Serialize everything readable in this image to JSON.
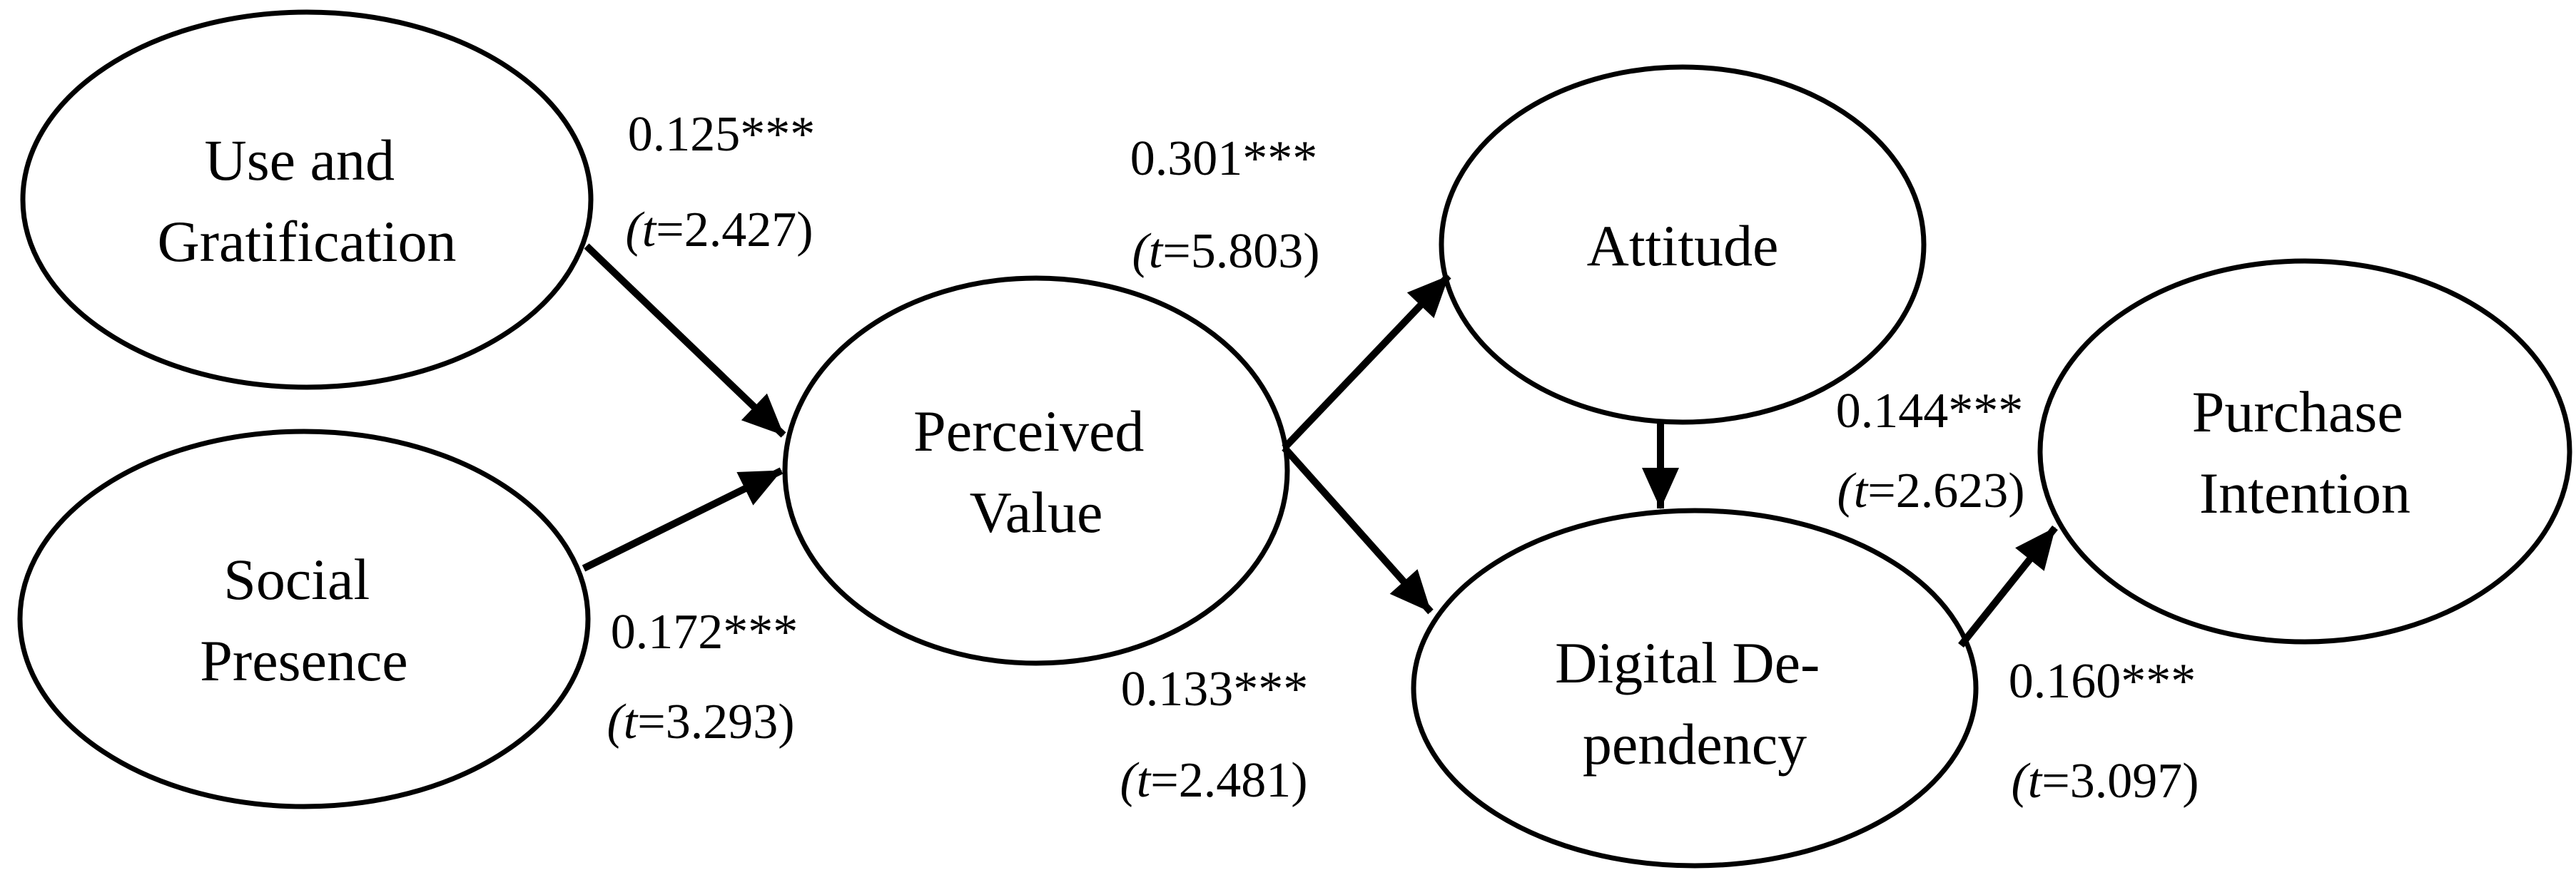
{
  "figure": {
    "type": "structural-equation-path-diagram",
    "background_color": "#ffffff",
    "line_color": "#000000",
    "nodes": [
      {
        "id": "use-and-gratification",
        "lines": [
          "Use and",
          "Gratification"
        ]
      },
      {
        "id": "social-presence",
        "lines": [
          "Social",
          "Presence"
        ]
      },
      {
        "id": "perceived-value",
        "lines": [
          "Perceived",
          "Value"
        ]
      },
      {
        "id": "attitude",
        "lines": [
          "Attitude"
        ]
      },
      {
        "id": "digital-dependency",
        "lines": [
          "Digital De-",
          "pendency"
        ]
      },
      {
        "id": "purchase-intention",
        "lines": [
          "Purchase",
          "Intention"
        ]
      }
    ],
    "paths": [
      {
        "id": "ug-to-pv",
        "from": "Use and Gratification",
        "to": "Perceived Value",
        "coefficient": "0.125***",
        "estimate": 0.125,
        "significance": "***",
        "t_value": 2.427,
        "t_prefix": "(t",
        "t_suffix": "=2.427)"
      },
      {
        "id": "sp-to-pv",
        "from": "Social Presence",
        "to": "Perceived Value",
        "coefficient": "0.172***",
        "estimate": 0.172,
        "significance": "***",
        "t_value": 3.293,
        "t_prefix": "(t",
        "t_suffix": "=3.293)"
      },
      {
        "id": "pv-to-attitude",
        "from": "Perceived Value",
        "to": "Attitude",
        "coefficient": "0.301***",
        "estimate": 0.301,
        "significance": "***",
        "t_value": 5.803,
        "t_prefix": "(t",
        "t_suffix": "=5.803)"
      },
      {
        "id": "pv-to-dd",
        "from": "Perceived Value",
        "to": "Digital Dependency",
        "coefficient": "0.133***",
        "estimate": 0.133,
        "significance": "***",
        "t_value": 2.481,
        "t_prefix": "(t",
        "t_suffix": "=2.481)"
      },
      {
        "id": "attitude-to-dd",
        "from": "Attitude",
        "to": "Digital Dependency",
        "coefficient": "0.144***",
        "estimate": 0.144,
        "significance": "***",
        "t_value": 2.623,
        "t_prefix": "(t",
        "t_suffix": "=2.623)"
      },
      {
        "id": "dd-to-pi",
        "from": "Digital Dependency",
        "to": "Purchase Intention",
        "coefficient": "0.160***",
        "estimate": 0.16,
        "significance": "***",
        "t_value": 3.097,
        "t_prefix": "(t",
        "t_suffix": "=3.097)"
      }
    ]
  }
}
